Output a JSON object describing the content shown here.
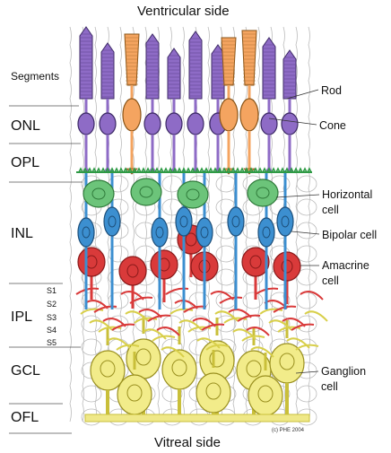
{
  "title_top": "Ventricular side",
  "title_bottom": "Vitreal side",
  "copyright": "(c) PHE 2004",
  "layers": {
    "segments": "Segments",
    "onl": "ONL",
    "opl": "OPL",
    "inl": "INL",
    "ipl": "IPL",
    "gcl": "GCL",
    "ofl": "OFL"
  },
  "sublayers": [
    "S1",
    "S2",
    "S3",
    "S4",
    "S5"
  ],
  "cell_labels": {
    "rod": "Rod",
    "cone": "Cone",
    "horizontal_1": "Horizontal",
    "horizontal_2": "cell",
    "bipolar": "Bipolar cell",
    "amacrine_1": "Amacrine",
    "amacrine_2": "cell",
    "ganglion_1": "Ganglion",
    "ganglion_2": "cell"
  },
  "colors": {
    "rod": "#8e6bc6",
    "cone": "#f4a460",
    "horizontal": "#6cc47a",
    "bipolar": "#3c8fd0",
    "amacrine": "#d93a3a",
    "ganglion": "#f2ec8a"
  }
}
